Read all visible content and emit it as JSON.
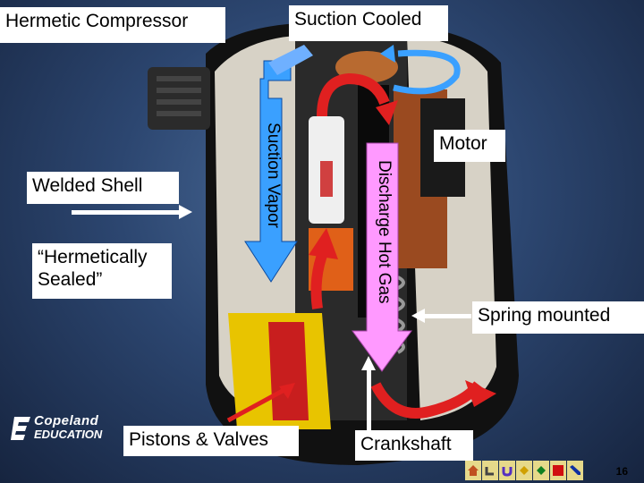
{
  "title": "Hermetic Compressor",
  "labels": {
    "suction_cooled": "Suction Cooled",
    "motor": "Motor",
    "welded_shell": "Welded Shell",
    "hermetically_sealed_line1": "“Hermetically",
    "hermetically_sealed_line2": "Sealed”",
    "spring_mounted": "Spring mounted",
    "pistons_valves": "Pistons & Valves",
    "crankshaft": "Crankshaft",
    "suction_vapor": "Suction Vapor",
    "discharge_hot_gas": "Discharge Hot Gas"
  },
  "logo": {
    "top": "Copeland",
    "bottom": "EDUCATION"
  },
  "slide_number": "16",
  "nav_icons": [
    "home-icon",
    "return-icon",
    "back-icon",
    "diamond-icon",
    "diamond-icon",
    "stop-icon",
    "pen-icon"
  ],
  "colors": {
    "suction_arrow": "#3aa0ff",
    "discharge_arrow": "#ff99ff",
    "hot_arrow": "#e02020",
    "white_arrow": "#ffffff"
  }
}
